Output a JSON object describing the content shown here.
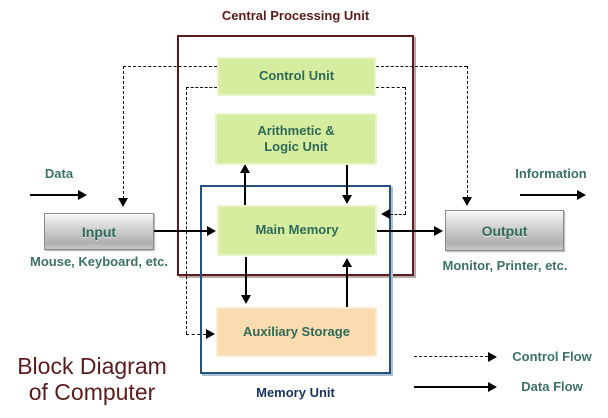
{
  "main_title": {
    "line1": "Block Diagram",
    "line2": "of Computer"
  },
  "cpu": {
    "title": "Central Processing Unit",
    "control_unit": "Control Unit",
    "alu": "Arithmetic & Logic Unit"
  },
  "memory": {
    "title": "Memory Unit",
    "main_memory": "Main Memory",
    "auxiliary_storage": "Auxiliary Storage"
  },
  "input": {
    "label": "Input",
    "caption": "Mouse, Keyboard, etc.",
    "flow": "Data"
  },
  "output": {
    "label": "Output",
    "caption": "Monitor, Printer, etc.",
    "flow": "Information"
  },
  "legend": {
    "control_flow": "Control Flow",
    "data_flow": "Data Flow"
  },
  "colors": {
    "maroon": "#5a1c1c",
    "teal_label": "#3e7168",
    "block_text": "#2e6a57",
    "navy": "#17355e",
    "green_fill": "#d6ec9e",
    "green_border": "#e9f4cb",
    "peach_fill": "#fbdcb0",
    "peach_border": "#fdebd0",
    "memory_border": "#26527f",
    "io_fill_gray": "#c4c4c4"
  }
}
